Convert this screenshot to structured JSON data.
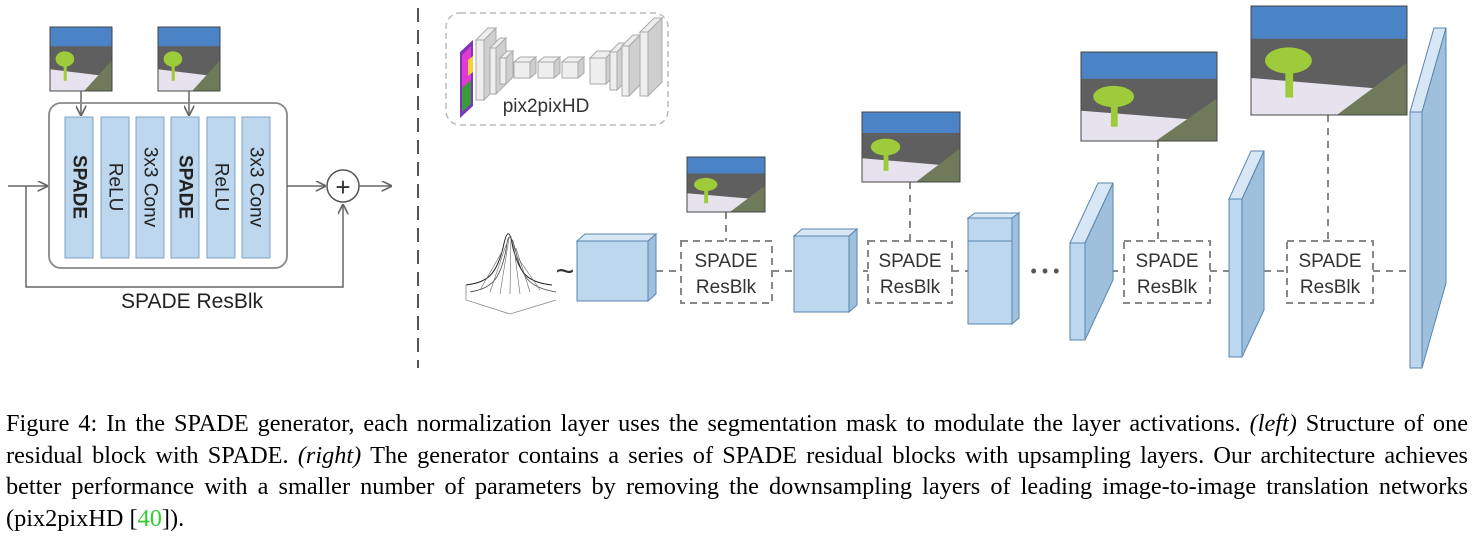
{
  "left_panel": {
    "block_labels": [
      "SPADE",
      "ReLU",
      "3x3 Conv",
      "SPADE",
      "ReLU",
      "3x3 Conv"
    ],
    "title": "SPADE ResBlk",
    "plus_symbol": "+"
  },
  "right_panel": {
    "pix2pixhd_label": "pix2pixHD",
    "tilde": "~",
    "ellipsis": "• • •",
    "resblk_line1": "SPADE",
    "resblk_line2": "ResBlk"
  },
  "colors": {
    "block_fill": "#bdd7ee",
    "block_stroke": "#7fa3c4",
    "sky": "#4a84c6",
    "mountain": "#5f5f5f",
    "ground": "#e6e3ee",
    "grass": "#6f7a5a",
    "tree": "#9dcb3a",
    "citation": "#2fcf2f"
  },
  "caption": {
    "figure_label": "Figure 4:",
    "sentence1": "In the SPADE generator, each normalization layer uses the segmentation mask to modulate the layer activations.",
    "left_tag": "(left)",
    "left_text": "Structure of one residual block with SPADE.",
    "right_tag": "(right)",
    "right_text": "The generator contains a series of SPADE residual blocks with upsampling layers.  Our architecture achieves better performance with a smaller number of parameters by removing the downsampling layers of leading image-to-image translation networks (pix2pixHD [",
    "citation": "40",
    "closing": "])."
  }
}
